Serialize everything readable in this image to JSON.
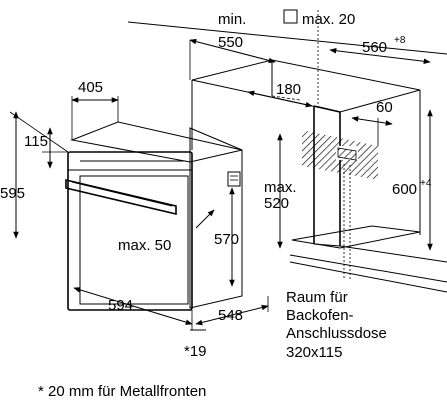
{
  "dimensions": {
    "min_label": "min.",
    "d550": "550",
    "max20_label": "max. 20",
    "d560": "560",
    "d560_sup": "+8",
    "d405": "405",
    "d180": "180",
    "d60": "60",
    "d115": "115",
    "d595": "595",
    "max_label": "max.",
    "d520": "520",
    "d600": "600",
    "d600_sup": "+4",
    "max50": "max. 50",
    "d570": "570",
    "d594": "594",
    "d548": "548",
    "star19": "*19"
  },
  "socket_note": {
    "line1": "Raum für",
    "line2": "Backofen-",
    "line3": "Anschlussdose",
    "line4": "320x115"
  },
  "footnote": "* 20 mm für Metallfronten"
}
